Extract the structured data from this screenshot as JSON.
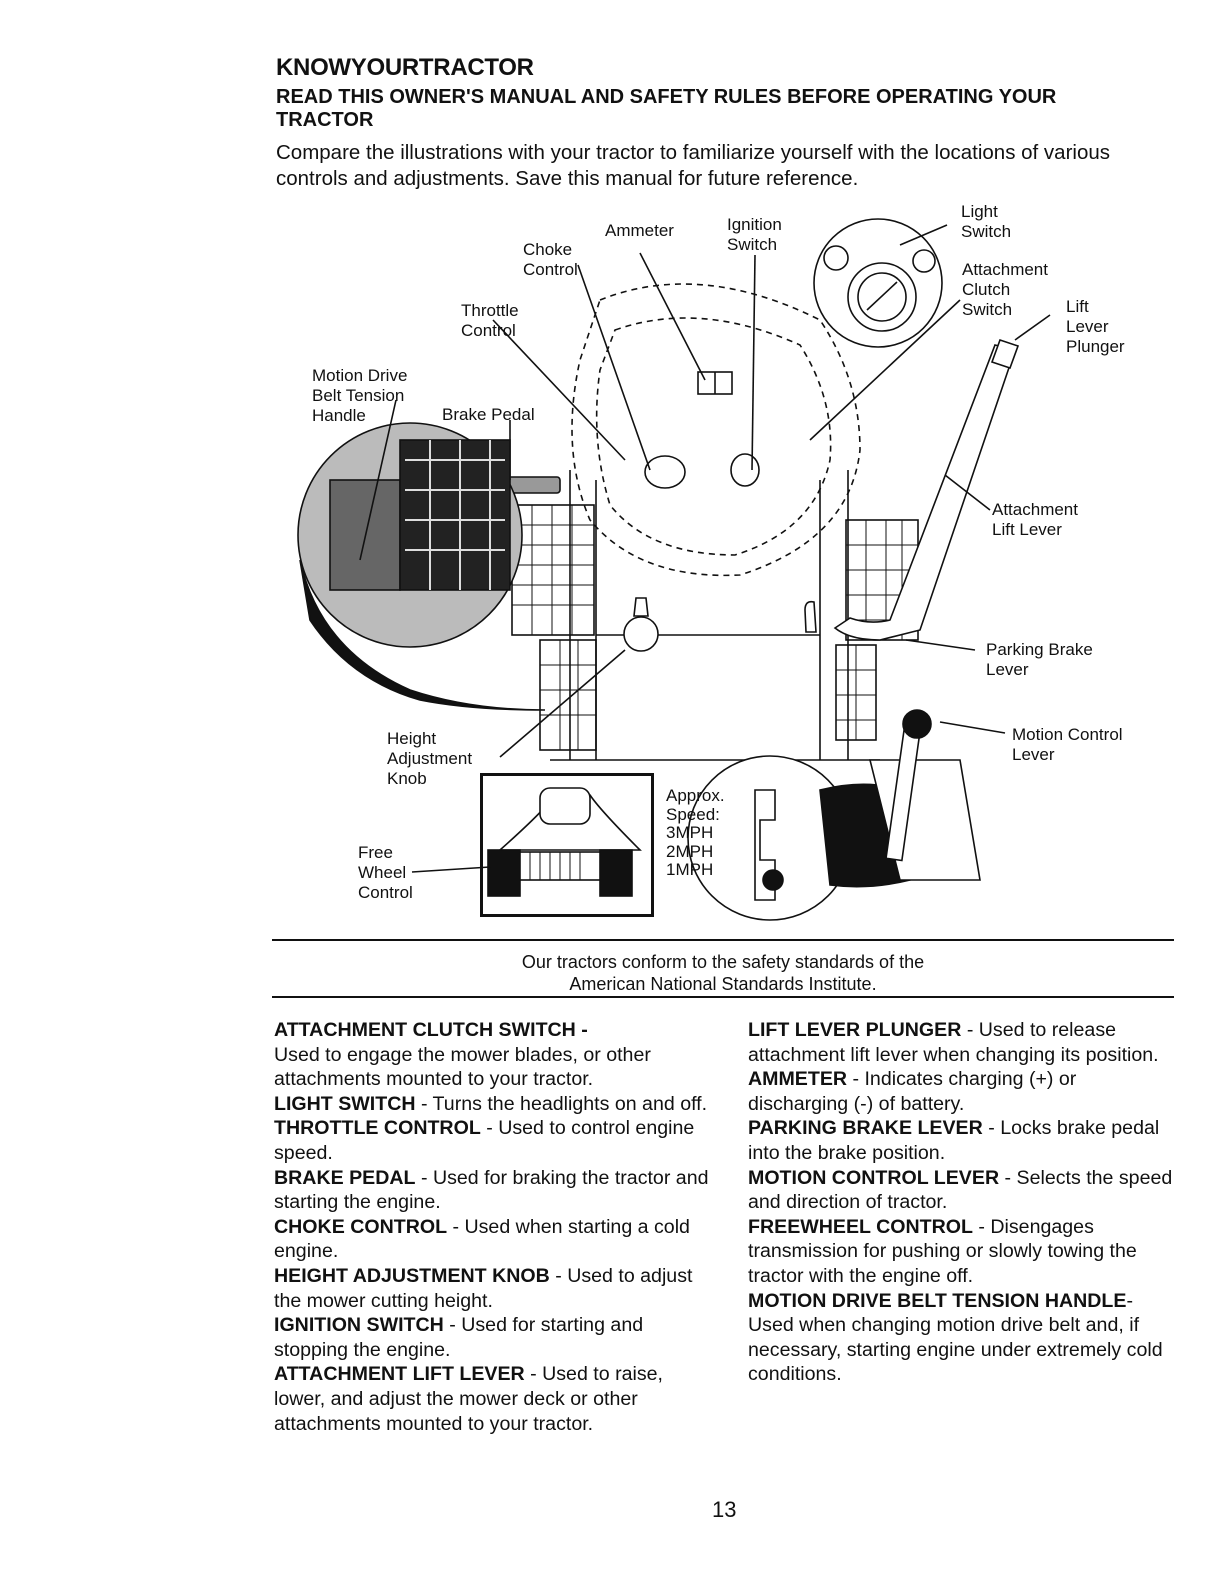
{
  "heading": "KNOWYOURTRACTOR",
  "subheading": "READ THIS OWNER'S MANUAL AND SAFETY RULES BEFORE OPERATING YOUR TRACTOR",
  "intro": "Compare the illustrations with your tractor to familiarize yourself with the locations of various controls and adjustments.  Save this manual for future reference.",
  "labels": {
    "choke": "Choke\nControl",
    "ammeter": "Ammeter",
    "ignition": "Ignition\nSwitch",
    "light": "Light\nSwitch",
    "clutch": "Attachment\nClutch\nSwitch",
    "plunger": "Lift\nLever\nPlunger",
    "throttle": "Throttle\nControl",
    "motion_drive": "Motion Drive\nBelt Tension\nHandle",
    "brake": "Brake Pedal",
    "lift_lever": "Attachment\nLift Lever",
    "parking": "Parking Brake\nLever",
    "height": "Height\nAdjustment\nKnob",
    "motion_control": "Motion Control\nLever",
    "free_wheel": "Free\nWheel\nControl",
    "speed": "Approx.\nSpeed:\n3MPH\n2MPH\n1MPH"
  },
  "conform_line1": "Our tractors conform to the safety standards of the",
  "conform_line2": "American National Standards Institute.",
  "left_items": [
    {
      "term": "ATTACHMENT CLUTCH SWITCH -",
      "desc": "Used to engage the mower blades, or other attachments mounted to your tractor."
    },
    {
      "term": "LIGHT SWITCH",
      "desc": " - Turns the headlights on and off."
    },
    {
      "term": "THROTTLE CONTROL",
      "desc": " -  Used to control engine speed."
    },
    {
      "term": "BRAKE PEDAL",
      "desc": " - Used for braking the tractor and starting the engine."
    },
    {
      "term": "CHOKE CONTROL",
      "desc": " - Used when starting a cold engine."
    },
    {
      "term": "HEIGHT ADJUSTMENT KNOB",
      "desc": " - Used to adjust the mower cutting height."
    },
    {
      "term": "IGNITION SWITCH",
      "desc": " - Used for starting and stopping the engine."
    },
    {
      "term": "ATTACHMENT LIFT LEVER",
      "desc": " - Used to raise, lower, and adjust the mower deck or other attachments mounted to your tractor."
    }
  ],
  "right_items": [
    {
      "term": "LIFT LEVER PLUNGER",
      "desc": " - Used to release attachment lift lever when changing its position."
    },
    {
      "term": "AMMETER",
      "desc": " - Indicates charging (+) or discharging (-) of battery."
    },
    {
      "term": "PARKING BRAKE LEVER",
      "desc": " - Locks brake pedal into the brake position."
    },
    {
      "term": "MOTION CONTROL LEVER",
      "desc": " - Selects the speed and direction of tractor."
    },
    {
      "term": "FREEWHEEL CONTROL",
      "desc": " - Disengages transmission for pushing or slowly towing the tractor with the engine off."
    },
    {
      "term": "MOTION DRIVE BELT TENSION HANDLE",
      "desc": "-Used when changing motion drive belt and, if necessary, starting engine under extremely cold conditions."
    }
  ],
  "page_number": "13"
}
